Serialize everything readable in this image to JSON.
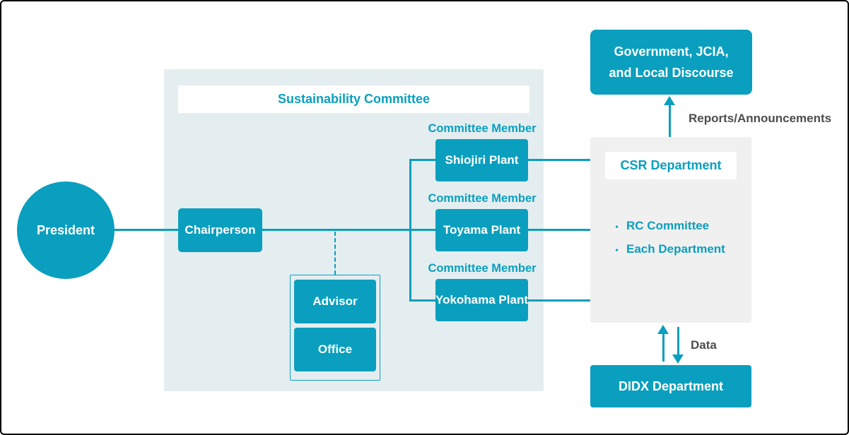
{
  "colors": {
    "accent": "#0A9FBE",
    "panel_bg": "#E4EEF0",
    "gray_panel_bg": "#F0F0F0",
    "gray_text": "#4D4D4D",
    "white": "#FFFFFF",
    "frame_border": "#000000"
  },
  "president": {
    "label": "President"
  },
  "chairperson": {
    "label": "Chairperson"
  },
  "sustainability_panel": {
    "title": "Sustainability Committee"
  },
  "committee": {
    "members": [
      {
        "role_label": "Committee Member",
        "name": "Shiojiri Plant"
      },
      {
        "role_label": "Committee Member",
        "name": "Toyama Plant"
      },
      {
        "role_label": "Committee Member",
        "name": "Yokohama Plant"
      }
    ]
  },
  "advisor_group": {
    "advisor_label": "Advisor",
    "office_label": "Office"
  },
  "csr_panel": {
    "title": "CSR Department",
    "bullet_char": "・",
    "items": [
      "RC Committee",
      "Each Department"
    ]
  },
  "government_box": {
    "line1": "Government, JCIA,",
    "line2": "and Local Discourse"
  },
  "reports_flow": {
    "label": "Reports/Announcements"
  },
  "data_flow": {
    "label": "Data"
  },
  "didx_box": {
    "label": "DIDX Department"
  }
}
